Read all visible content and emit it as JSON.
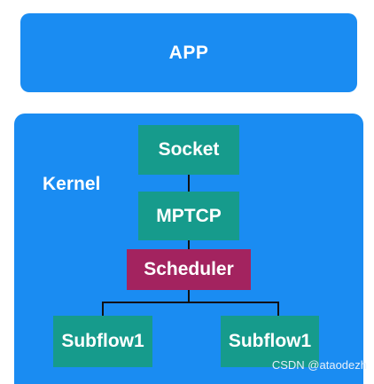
{
  "app": {
    "label": "APP"
  },
  "kernel": {
    "label": "Kernel"
  },
  "nodes": {
    "socket": "Socket",
    "mptcp": "MPTCP",
    "scheduler": "Scheduler",
    "subflow_left": "Subflow1",
    "subflow_right": "Subflow1"
  },
  "watermark": "CSDN @ataodezh",
  "colors": {
    "container": "#1a8cf2",
    "node": "#169b8c",
    "scheduler": "#a3235f",
    "text": "#ffffff",
    "connector": "#111111"
  }
}
